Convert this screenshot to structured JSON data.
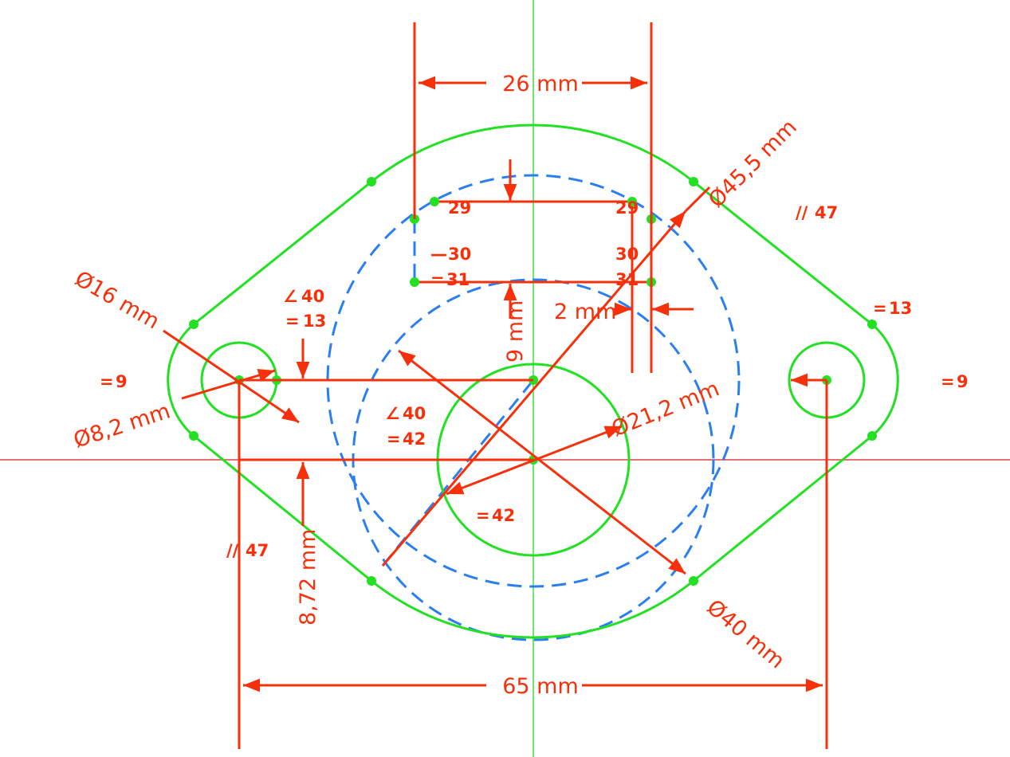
{
  "dimensions": {
    "slot_width": "26 mm",
    "outer_dia": "Ø45,5 mm",
    "offset_2": "2 mm",
    "slot_height": "9 mm",
    "lug_dia": "Ø16 mm",
    "hole_dia": "Ø8,2 mm",
    "center_dia": "Ø21,2 mm",
    "bolt_circle": "Ø40 mm",
    "vertical_offset": "8,72 mm",
    "hole_spacing": "65 mm"
  },
  "constraints": {
    "c29a": "29",
    "c29b": "29",
    "c30a": "30",
    "c30b": "30",
    "c31a": "31",
    "c31b": "31",
    "c40a": "40",
    "c40b": "40",
    "c13a": "13",
    "c13b": "13",
    "c9a": "9",
    "c9b": "9",
    "c42a": "42",
    "c42b": "42",
    "c47a": "47",
    "c47b": "47"
  },
  "colors": {
    "dimension": "#f5300a",
    "geometry": "#22e022",
    "construction": "#2a7ff0"
  }
}
